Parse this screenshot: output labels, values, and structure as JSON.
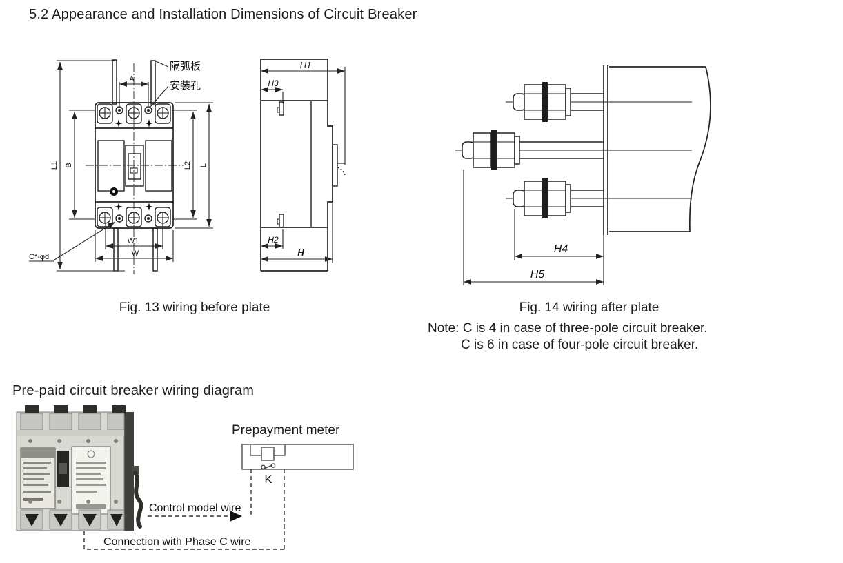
{
  "page": {
    "title": "5.2 Appearance and Installation Dimensions of Circuit Breaker",
    "subheading": "Pre-paid circuit breaker wiring diagram"
  },
  "fig13": {
    "caption": "Fig. 13 wiring before plate",
    "labels": {
      "arc_plate": "隔弧板",
      "mounting_hole": "安装孔",
      "dim_a": "A",
      "dim_l1": "L1",
      "dim_b": "B",
      "dim_l2": "L2",
      "dim_l": "L",
      "dim_w1": "W1",
      "dim_w": "W",
      "dim_c": "C*-φd"
    }
  },
  "fig_side": {
    "dim_h1": "H1",
    "dim_h3": "H3",
    "dim_h2": "H2",
    "dim_h": "H"
  },
  "fig14": {
    "caption": "Fig. 14 wiring after plate",
    "note_line1": "Note: C is 4 in case of three-pole circuit breaker.",
    "note_line2": "C is 6 in case of four-pole circuit breaker.",
    "dim_h4": "H4",
    "dim_h5": "H5"
  },
  "wiring": {
    "meter_title": "Prepayment meter",
    "switch_label": "K",
    "control_wire_label": "Control model wire",
    "phase_wire_label": "Connection with Phase C wire"
  }
}
